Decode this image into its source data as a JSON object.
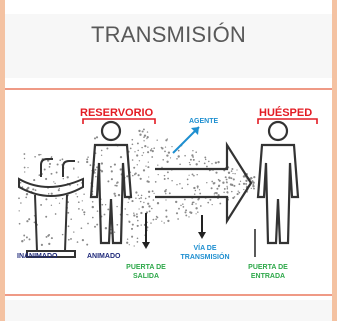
{
  "title": "TRANSMISIÓN",
  "labels": {
    "reservorio": "RESERVORIO",
    "huesped": "HUÉSPED",
    "agente": "AGENTE",
    "inanimado": "INANIMADO",
    "animado": "ANIMADO",
    "puerta_salida_1": "PUERTA DE",
    "puerta_salida_2": "SALIDA",
    "via_1": "VÍA DE",
    "via_2": "TRANSMISIÓN",
    "puerta_entrada_1": "PUERTA DE",
    "puerta_entrada_2": "ENTRADA"
  },
  "colors": {
    "background": "#f4c2a2",
    "accent_rule": "#ef9a86",
    "title": "#595959",
    "red_label": "#e31b23",
    "blue_label": "#1e8fd0",
    "navy_label": "#1f2a7a",
    "green_label": "#2ea84a",
    "figure": "#333333"
  }
}
